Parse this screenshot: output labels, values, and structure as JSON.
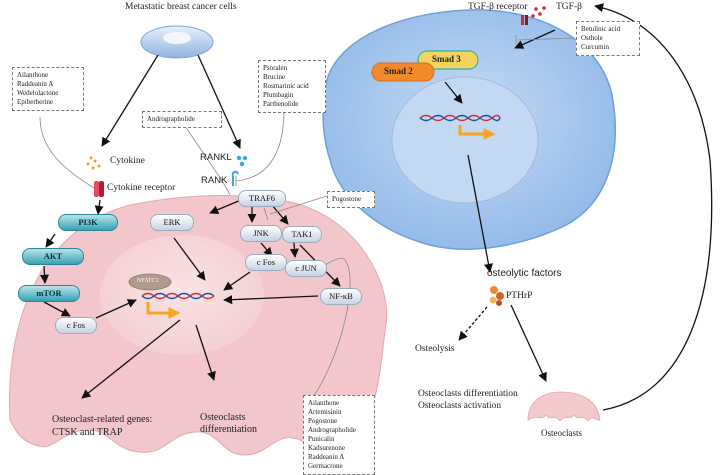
{
  "labels": {
    "metastatic": "Metastatic breast cancer cells",
    "tgf_receptor": "TGF-β receptor",
    "tgf": "TGF-β",
    "cytokine": "Cytokine",
    "cytokine_receptor": "Cytokine receptor",
    "rankl": "RANKL",
    "rank": "RANK",
    "osteolytic_factors": "osteolytic factors",
    "pthrp": "PTHrP",
    "osteolysis": "Osteolysis",
    "oc_diff_line1": "Osteoclasts differentiation",
    "oc_diff_line2": "Osteoclasts activation",
    "osteoclasts": "Osteoclasts",
    "genes_line1": "Osteoclast-related genes:",
    "genes_line2": "CTSK and TRAP",
    "oc_differentiation_line1": "Osteoclasts",
    "oc_differentiation_line2": "differentiation"
  },
  "nodes": {
    "pi3k": "PI3K",
    "akt": "AKT",
    "mtor": "mTOR",
    "cfos_left": "c Fos",
    "erk": "ERK",
    "jnk": "JNK",
    "traf6": "TRAF6",
    "tak1": "TAK1",
    "cfos_mid": "c Fos",
    "cjun": "c JUN",
    "nfkb": "NF-κB",
    "nfatc1": "NFATC1",
    "smad2": "Smad 2",
    "smad3": "Smad 3"
  },
  "inhibitor_boxes": {
    "box1": [
      "Ailanthone",
      "Raddeanin A",
      "Wedelolactone",
      "Epiberberine"
    ],
    "box2": [
      "Andrographolide"
    ],
    "box3": [
      "Psoralen",
      "Brucine",
      "Rosmarinic acid",
      "Plumbagin",
      "Parthenolide"
    ],
    "box4": [
      "Pogostone"
    ],
    "box5": [
      "Betulinic acid",
      "Osthole",
      "Curcumin"
    ],
    "box6": [
      "Ailanthone",
      "Artemisinin",
      "Pogostone",
      "Andrographolide",
      "Punicalin",
      "Kadsurenone",
      "Raddeanin A",
      "Germacrone"
    ]
  },
  "colors": {
    "osteoclast_cell": "#f2c7cb",
    "nucleus_inner": "#f8dcdd",
    "tumor_cell": "#a9c8ee",
    "tumor_nucleus": "#c5daf2",
    "teal_node": "#37a3b6",
    "smad2": "#f28a2c",
    "smad3": "#f4d35e",
    "arrow_orange": "#f6a623"
  }
}
